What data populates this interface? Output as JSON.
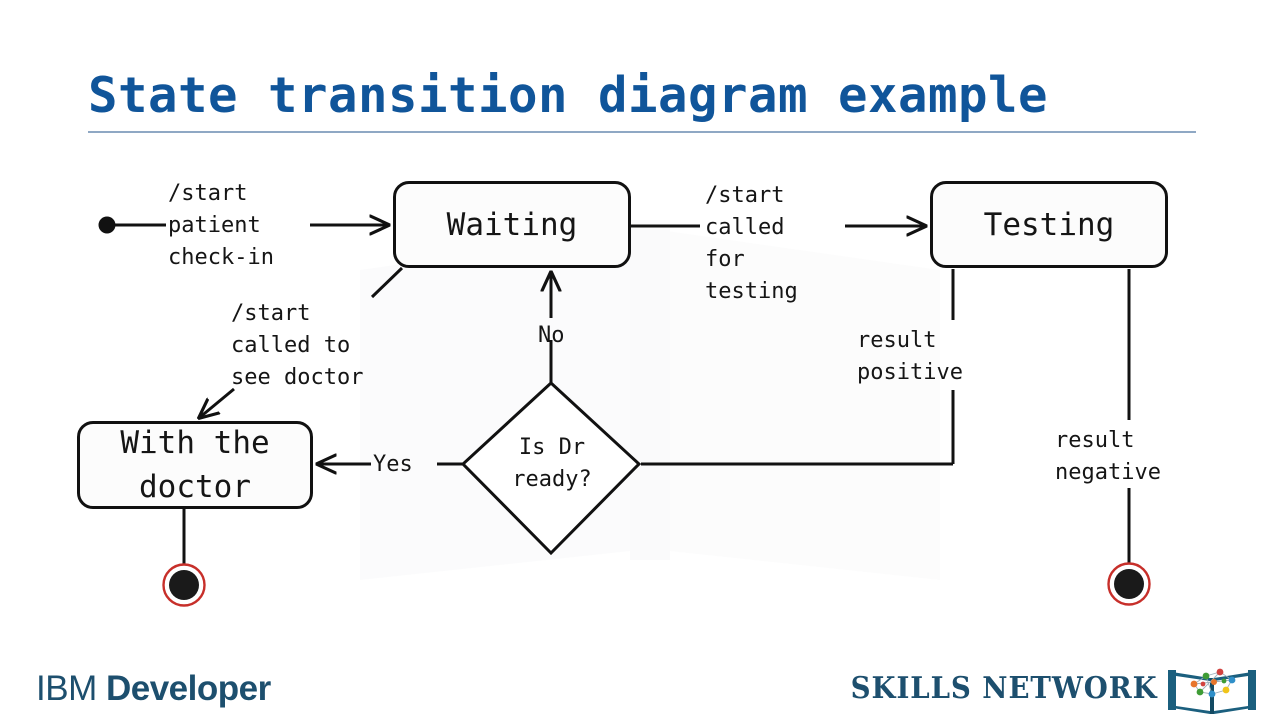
{
  "slide": {
    "title": "State transition diagram example",
    "title_color": "#10559a",
    "rule_color": "#8fa8c4",
    "background": "#ffffff"
  },
  "diagram": {
    "type": "state-transition-diagram",
    "ink_color": "#111111",
    "final_state_ring_color": "#c72f2a",
    "nodes": [
      {
        "id": "start",
        "kind": "initial-state",
        "label": ""
      },
      {
        "id": "waiting",
        "kind": "state",
        "label": "Waiting"
      },
      {
        "id": "testing",
        "kind": "state",
        "label": "Testing"
      },
      {
        "id": "with_doctor",
        "kind": "state",
        "label": "With the\ndoctor"
      },
      {
        "id": "is_dr_ready",
        "kind": "decision",
        "label": "Is Dr\nready?"
      },
      {
        "id": "end_doctor",
        "kind": "final-state",
        "label": ""
      },
      {
        "id": "end_negative",
        "kind": "final-state",
        "label": ""
      }
    ],
    "edges": [
      {
        "from": "start",
        "to": "waiting",
        "label": "/start\npatient\ncheck-in"
      },
      {
        "from": "waiting",
        "to": "with_doctor",
        "label": "/start\ncalled to\nsee doctor"
      },
      {
        "from": "waiting",
        "to": "testing",
        "label": "/start\ncalled\nfor\ntesting"
      },
      {
        "from": "is_dr_ready",
        "to": "waiting",
        "label": "No"
      },
      {
        "from": "is_dr_ready",
        "to": "with_doctor",
        "label": "Yes"
      },
      {
        "from": "testing",
        "to": "is_dr_ready",
        "label": "result\npositive"
      },
      {
        "from": "testing",
        "to": "end_negative",
        "label": "result\nnegative"
      },
      {
        "from": "with_doctor",
        "to": "end_doctor",
        "label": ""
      }
    ],
    "labels": {
      "start_checkin": "/start\npatient\ncheck-in",
      "called_doctor": "/start\ncalled to\nsee doctor",
      "called_testing": "/start\ncalled\nfor\ntesting",
      "result_positive": "result\npositive",
      "result_negative": "result\nnegative",
      "no": "No",
      "yes": "Yes"
    },
    "node_labels": {
      "waiting": "Waiting",
      "testing": "Testing",
      "with_doctor": "With the\ndoctor",
      "decision": "Is Dr\nready?"
    }
  },
  "footer": {
    "ibm_word": "IBM",
    "developer_word": "Developer",
    "skills_network": "SKILLS NETWORK",
    "brand_color": "#1d4f6e"
  }
}
